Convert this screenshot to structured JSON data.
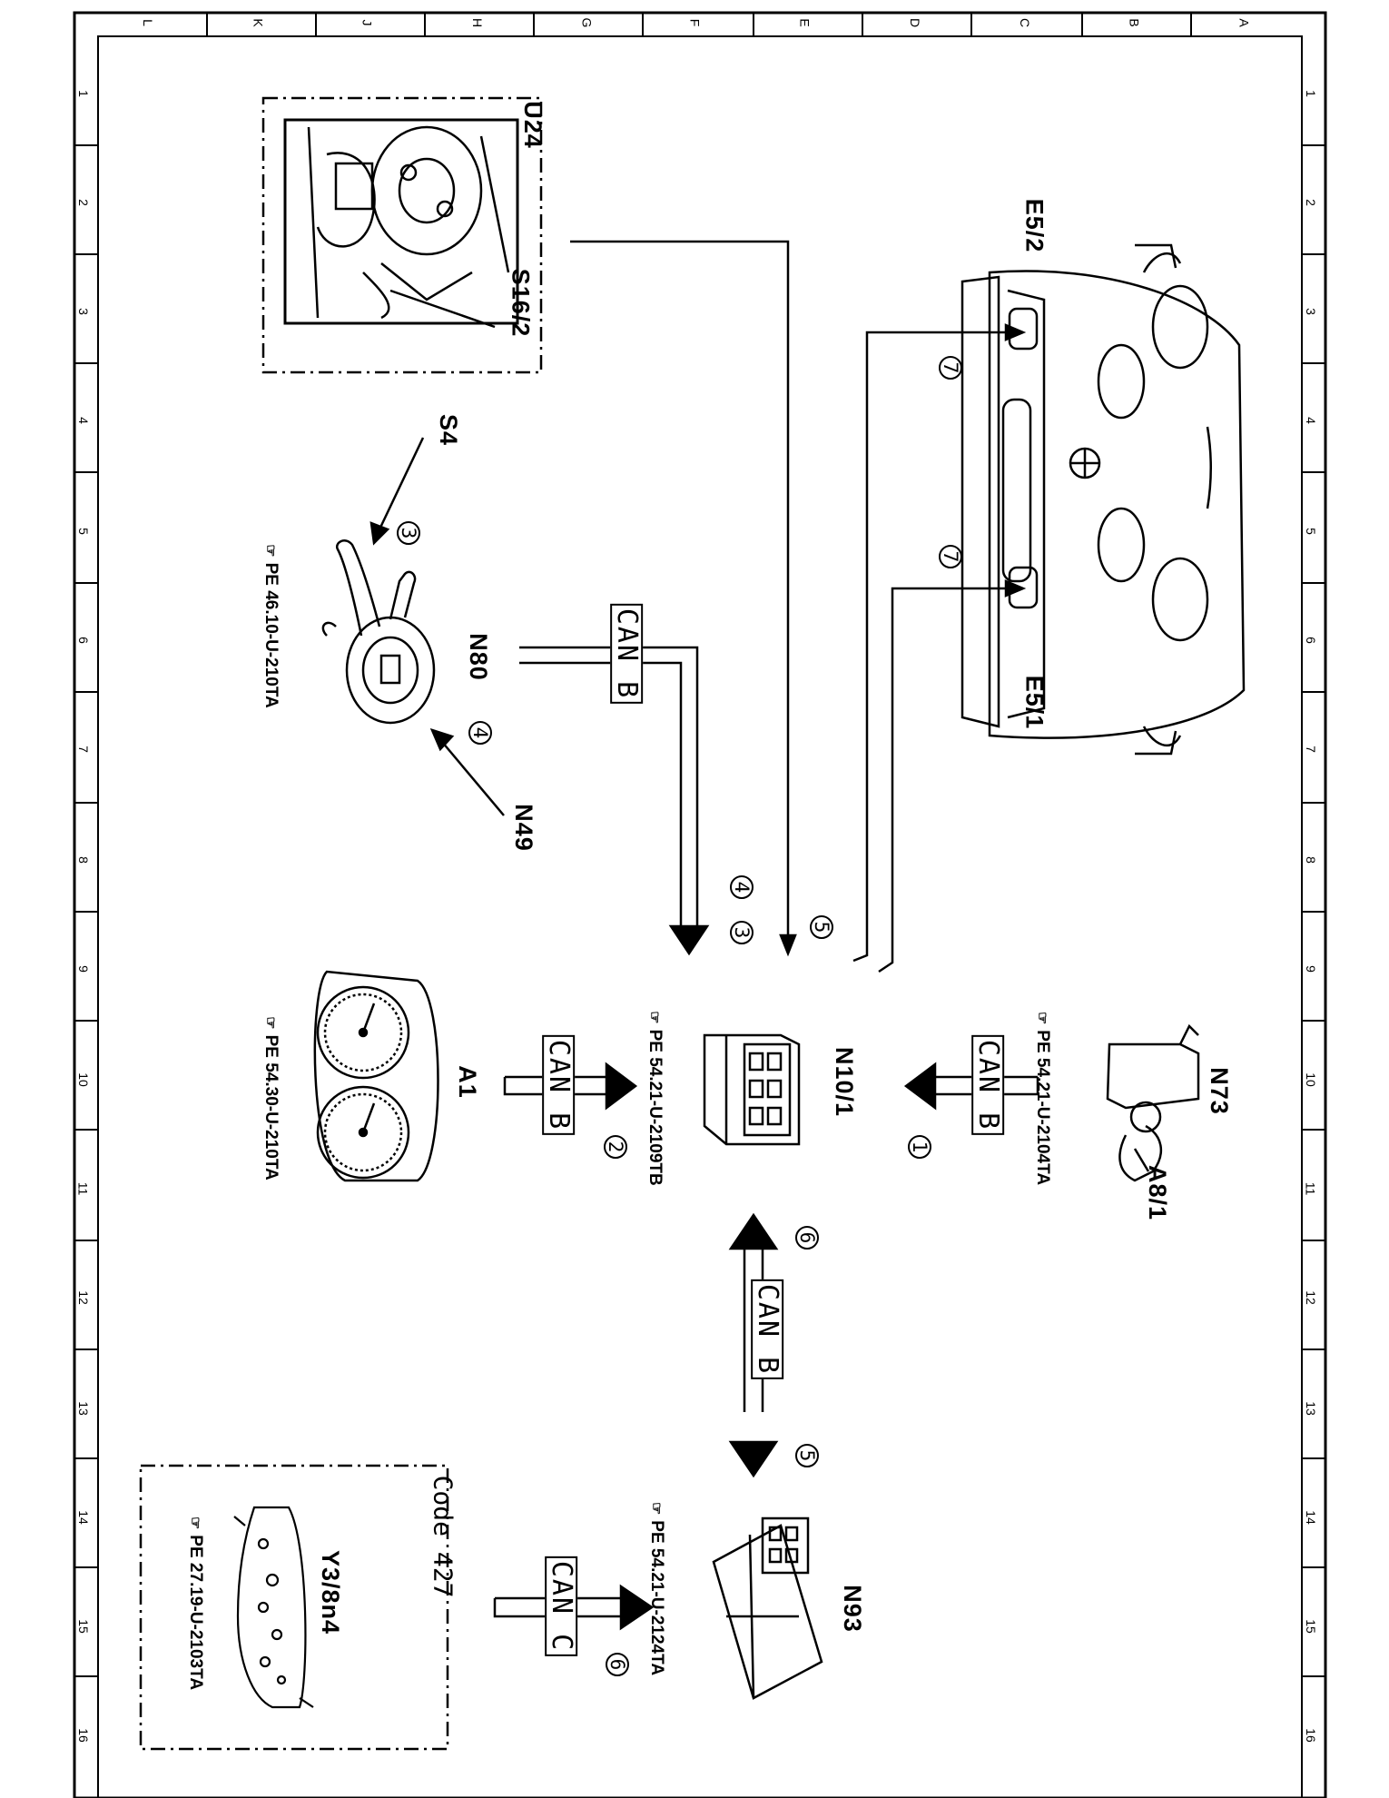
{
  "grid": {
    "top_letters": [
      "L",
      "K",
      "J",
      "H",
      "G",
      "F",
      "E",
      "D",
      "C",
      "B",
      "A"
    ],
    "left_numbers": [
      "1",
      "2",
      "3",
      "4",
      "5",
      "6",
      "7",
      "8",
      "9",
      "10",
      "11",
      "12",
      "13",
      "14",
      "15",
      "16"
    ],
    "right_numbers": [
      "1",
      "2",
      "3",
      "4",
      "5",
      "6",
      "7",
      "8",
      "9",
      "10",
      "11",
      "12",
      "13",
      "14",
      "15",
      "16"
    ]
  },
  "components": {
    "u24": "U24",
    "s16_2": "S16/2",
    "e5_2": "E5/2",
    "e5_1": "E5/1",
    "s4": "S4",
    "n80": "N80",
    "n49": "N49",
    "a1": "A1",
    "n10_1": "N10/1",
    "n73": "N73",
    "a8_1": "A8/1",
    "n93": "N93",
    "y3_8n4": "Y3/8n4"
  },
  "refs": {
    "n80": "PE 46.10-U-210TA",
    "a1": "PE 54.30-U-210TA",
    "n10_1": "PE 54.21-U-2109TB",
    "n73": "PE 54.21-U-2104TA",
    "n93": "PE 54.21-U-2124TA",
    "y3_8n4": "PE 27.19-U-2103TA"
  },
  "can_labels": {
    "n80_bus": "CAN B",
    "a1_bus": "CAN B",
    "n73_bus": "CAN B",
    "n93_bus": "CAN B",
    "y3_bus": "CAN C"
  },
  "badges": {
    "b7_upper": "7",
    "b7_lower": "7",
    "b3_s4": "3",
    "b4_n49": "4",
    "b4_center": "4",
    "b3_center": "3",
    "b5_center": "5",
    "b1": "1",
    "b2": "2",
    "b6_upper": "6",
    "b5_lower": "5",
    "b6_lower": "6"
  },
  "code_label": "Code 427",
  "icons": {
    "ref_icon": "pointing-hand-icon"
  },
  "colors": {
    "ink": "#000000",
    "paper": "#ffffff"
  }
}
